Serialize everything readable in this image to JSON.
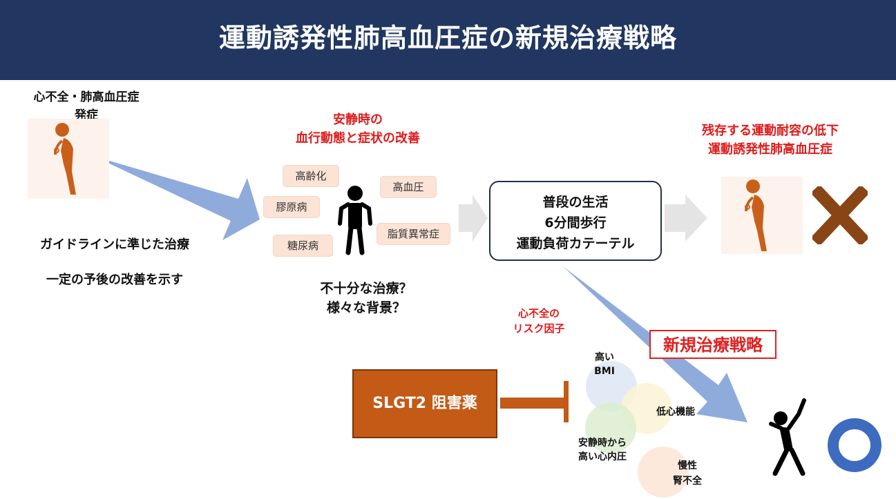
{
  "header": {
    "title": "運動誘発性肺高血圧症の新規治療戦略"
  },
  "left": {
    "onset_line1": "心不全・肺高血圧症",
    "onset_line2": "発症",
    "guideline": "ガイドラインに準じた治療",
    "prognosis": "一定の予後の改善を示す"
  },
  "middle": {
    "improvement_line1": "安静時の",
    "improvement_line2": "血行動態と症状の改善",
    "factors": [
      "高齢化",
      "高血圧",
      "膠原病",
      "脂質異常症",
      "糖尿病"
    ],
    "question1": "不十分な治療？",
    "question2": "様々な背景？"
  },
  "status_box": {
    "line1": "普段の生活",
    "line2": "6分間歩行",
    "line3": "運動負荷カテーテル"
  },
  "right": {
    "residual_line1": "残存する運動耐容の低下",
    "residual_line2": "運動誘発性肺高血圧症"
  },
  "bottom": {
    "risk_factors_line1": "心不全の",
    "risk_factors_line2": "リスク因子",
    "new_strategy": "新規治療戦略",
    "drug": "SLGT2 阻害薬",
    "circles": {
      "bmi_line1": "高い",
      "bmi_line2": "BMI",
      "cardiac": "低心機能",
      "pressure_line1": "安静時から",
      "pressure_line2": "高い心内圧",
      "kidney_line1": "慢性",
      "kidney_line2": "腎不全"
    }
  },
  "colors": {
    "header": "#213761",
    "accent_red": "#e01a1a",
    "figure_orange": "#c8601c",
    "arrow_blue": "#8fabdc",
    "drug_orange": "#c35a16",
    "cross_brown": "#8a4516",
    "ring_blue": "#3d6bbf"
  }
}
